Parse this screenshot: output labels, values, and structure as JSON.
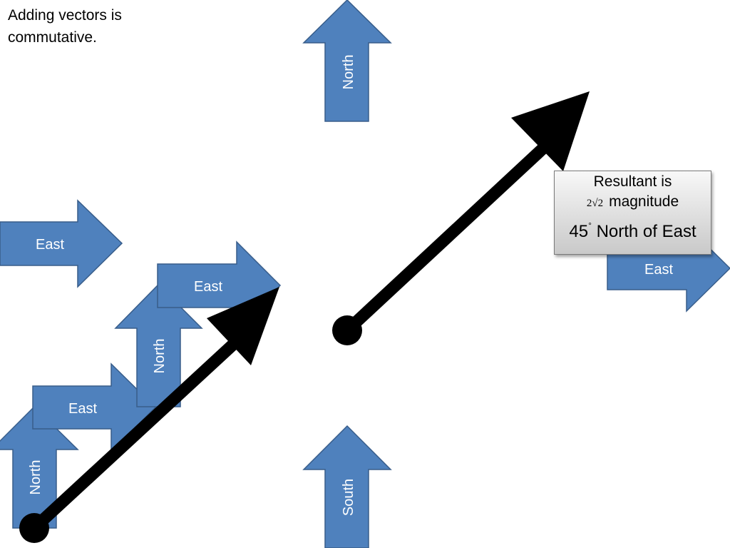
{
  "caption": "Adding vectors is commutative.",
  "labels": {
    "north": "North",
    "east": "East",
    "south": "South"
  },
  "resultant": {
    "line1": "Resultant is",
    "math": "2√2",
    "line2": "magnitude",
    "angle": "45",
    "degree": "°",
    "line3": "North of East"
  },
  "colors": {
    "arrow_fill": "#4f81bd",
    "arrow_stroke": "#385d8a",
    "vector": "#000000",
    "label_text": "#ffffff"
  }
}
